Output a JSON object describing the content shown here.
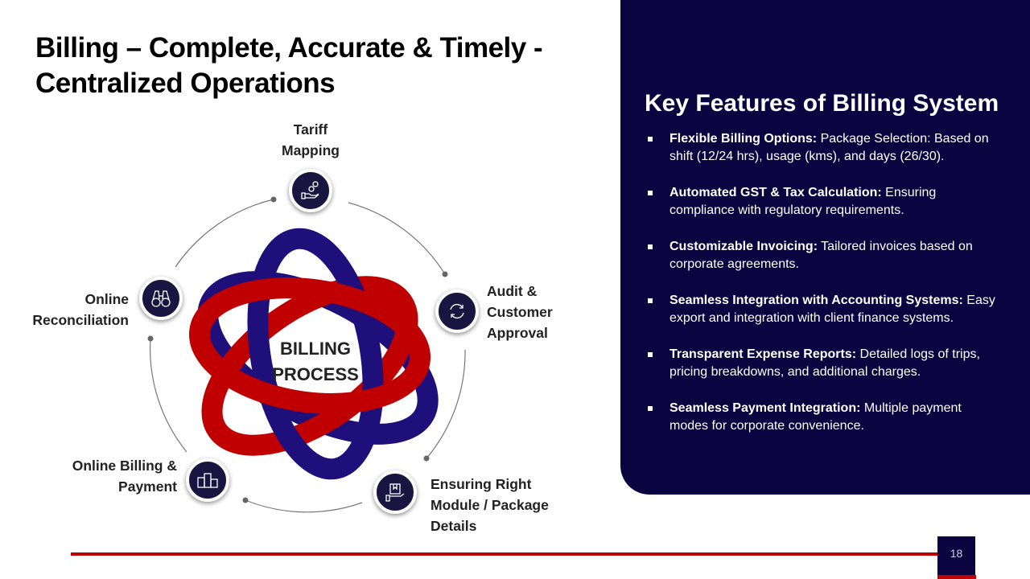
{
  "title": "Billing – Complete, Accurate & Timely - Centralized Operations",
  "diagram": {
    "center": [
      "BILLING",
      "PROCESS"
    ],
    "steps": [
      {
        "label": "Tariff Mapping",
        "icon": "hand-coins-icon"
      },
      {
        "label": "Audit & Customer Approval",
        "icon": "refresh-icon"
      },
      {
        "label": "Ensuring Right Module / Package Details",
        "icon": "hand-package-icon"
      },
      {
        "label": "Online Billing & Payment",
        "icon": "podium-icon"
      },
      {
        "label": "Online Reconciliation",
        "icon": "binoculars-icon"
      }
    ]
  },
  "panel": {
    "heading": "Key Features of Billing System",
    "items": [
      {
        "bold": "Flexible Billing Options:",
        "text": " Package Selection: Based on shift (12/24 hrs), usage (kms), and days (26/30)."
      },
      {
        "bold": "Automated GST & Tax Calculation:",
        "text": " Ensuring compliance with regulatory requirements."
      },
      {
        "bold": "Customizable Invoicing:",
        "text": " Tailored invoices based on corporate agreements."
      },
      {
        "bold": "Seamless Integration with Accounting Systems:",
        "text": " Easy export and integration with client finance systems."
      },
      {
        "bold": "Transparent Expense Reports:",
        "text": " Detailed logs of trips, pricing breakdowns, and additional charges."
      },
      {
        "bold": "Seamless Payment Integration:",
        "text": " Multiple payment modes for corporate convenience."
      }
    ]
  },
  "page_number": "18",
  "colors": {
    "navy": "#0b0340",
    "red": "#c00000",
    "ring_blue": "#1e0f7a"
  }
}
